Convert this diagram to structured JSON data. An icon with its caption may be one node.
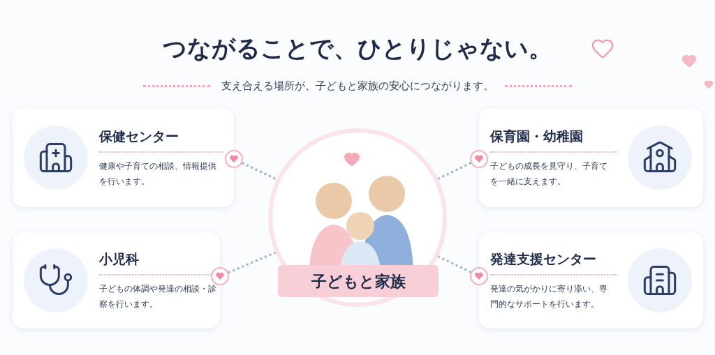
{
  "diagram": {
    "title": "つながることで、ひとりじゃない。",
    "nodes": [
      {
        "text": [
          "保健センター",
          "健康や子育ての相談、情報提供を行います。"
        ]
      },
      {
        "text": [
          "保育園・幼稚園",
          "子どもの成長を見守り、子育てを一緒に支えます。"
        ]
      },
      {
        "text": [
          "小児科",
          "子どもの体調や発達の相談・診察を行います。"
        ]
      },
      {
        "text": [
          "発達支援センター",
          "発達の気がかりに寄り添い、専門的なサポートを行います。"
        ]
      },
      {
        "text": [
          "子どもと家族"
        ]
      }
    ],
    "edges": [
      {
        "from": 0,
        "to": 4,
        "arrow": "other",
        "style": "dashed"
      },
      {
        "from": 1,
        "to": 4,
        "arrow": "other",
        "style": "dashed"
      },
      {
        "from": 2,
        "to": 4,
        "arrow": "other",
        "style": "dashed"
      },
      {
        "from": 3,
        "to": 4,
        "arrow": "other",
        "style": "dashed"
      }
    ],
    "labels": [
      "支え合える場所が、子どもと家族の安心につながります。"
    ]
  }
}
